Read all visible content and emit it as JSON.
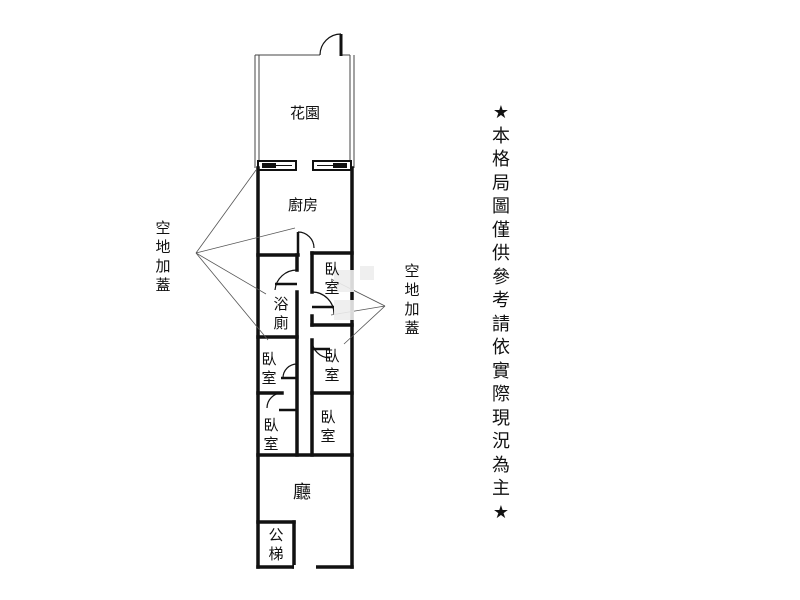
{
  "rooms": {
    "garden": "花園",
    "kitchen": "廚房",
    "bath": "浴廁",
    "bedroom": "臥室",
    "hall": "廳",
    "stairs": "公梯"
  },
  "annotations": {
    "left_extension": "空地加蓋",
    "right_extension": "空地加蓋"
  },
  "notice": "★本格局圖僅供參考請依實際現況為主★"
}
